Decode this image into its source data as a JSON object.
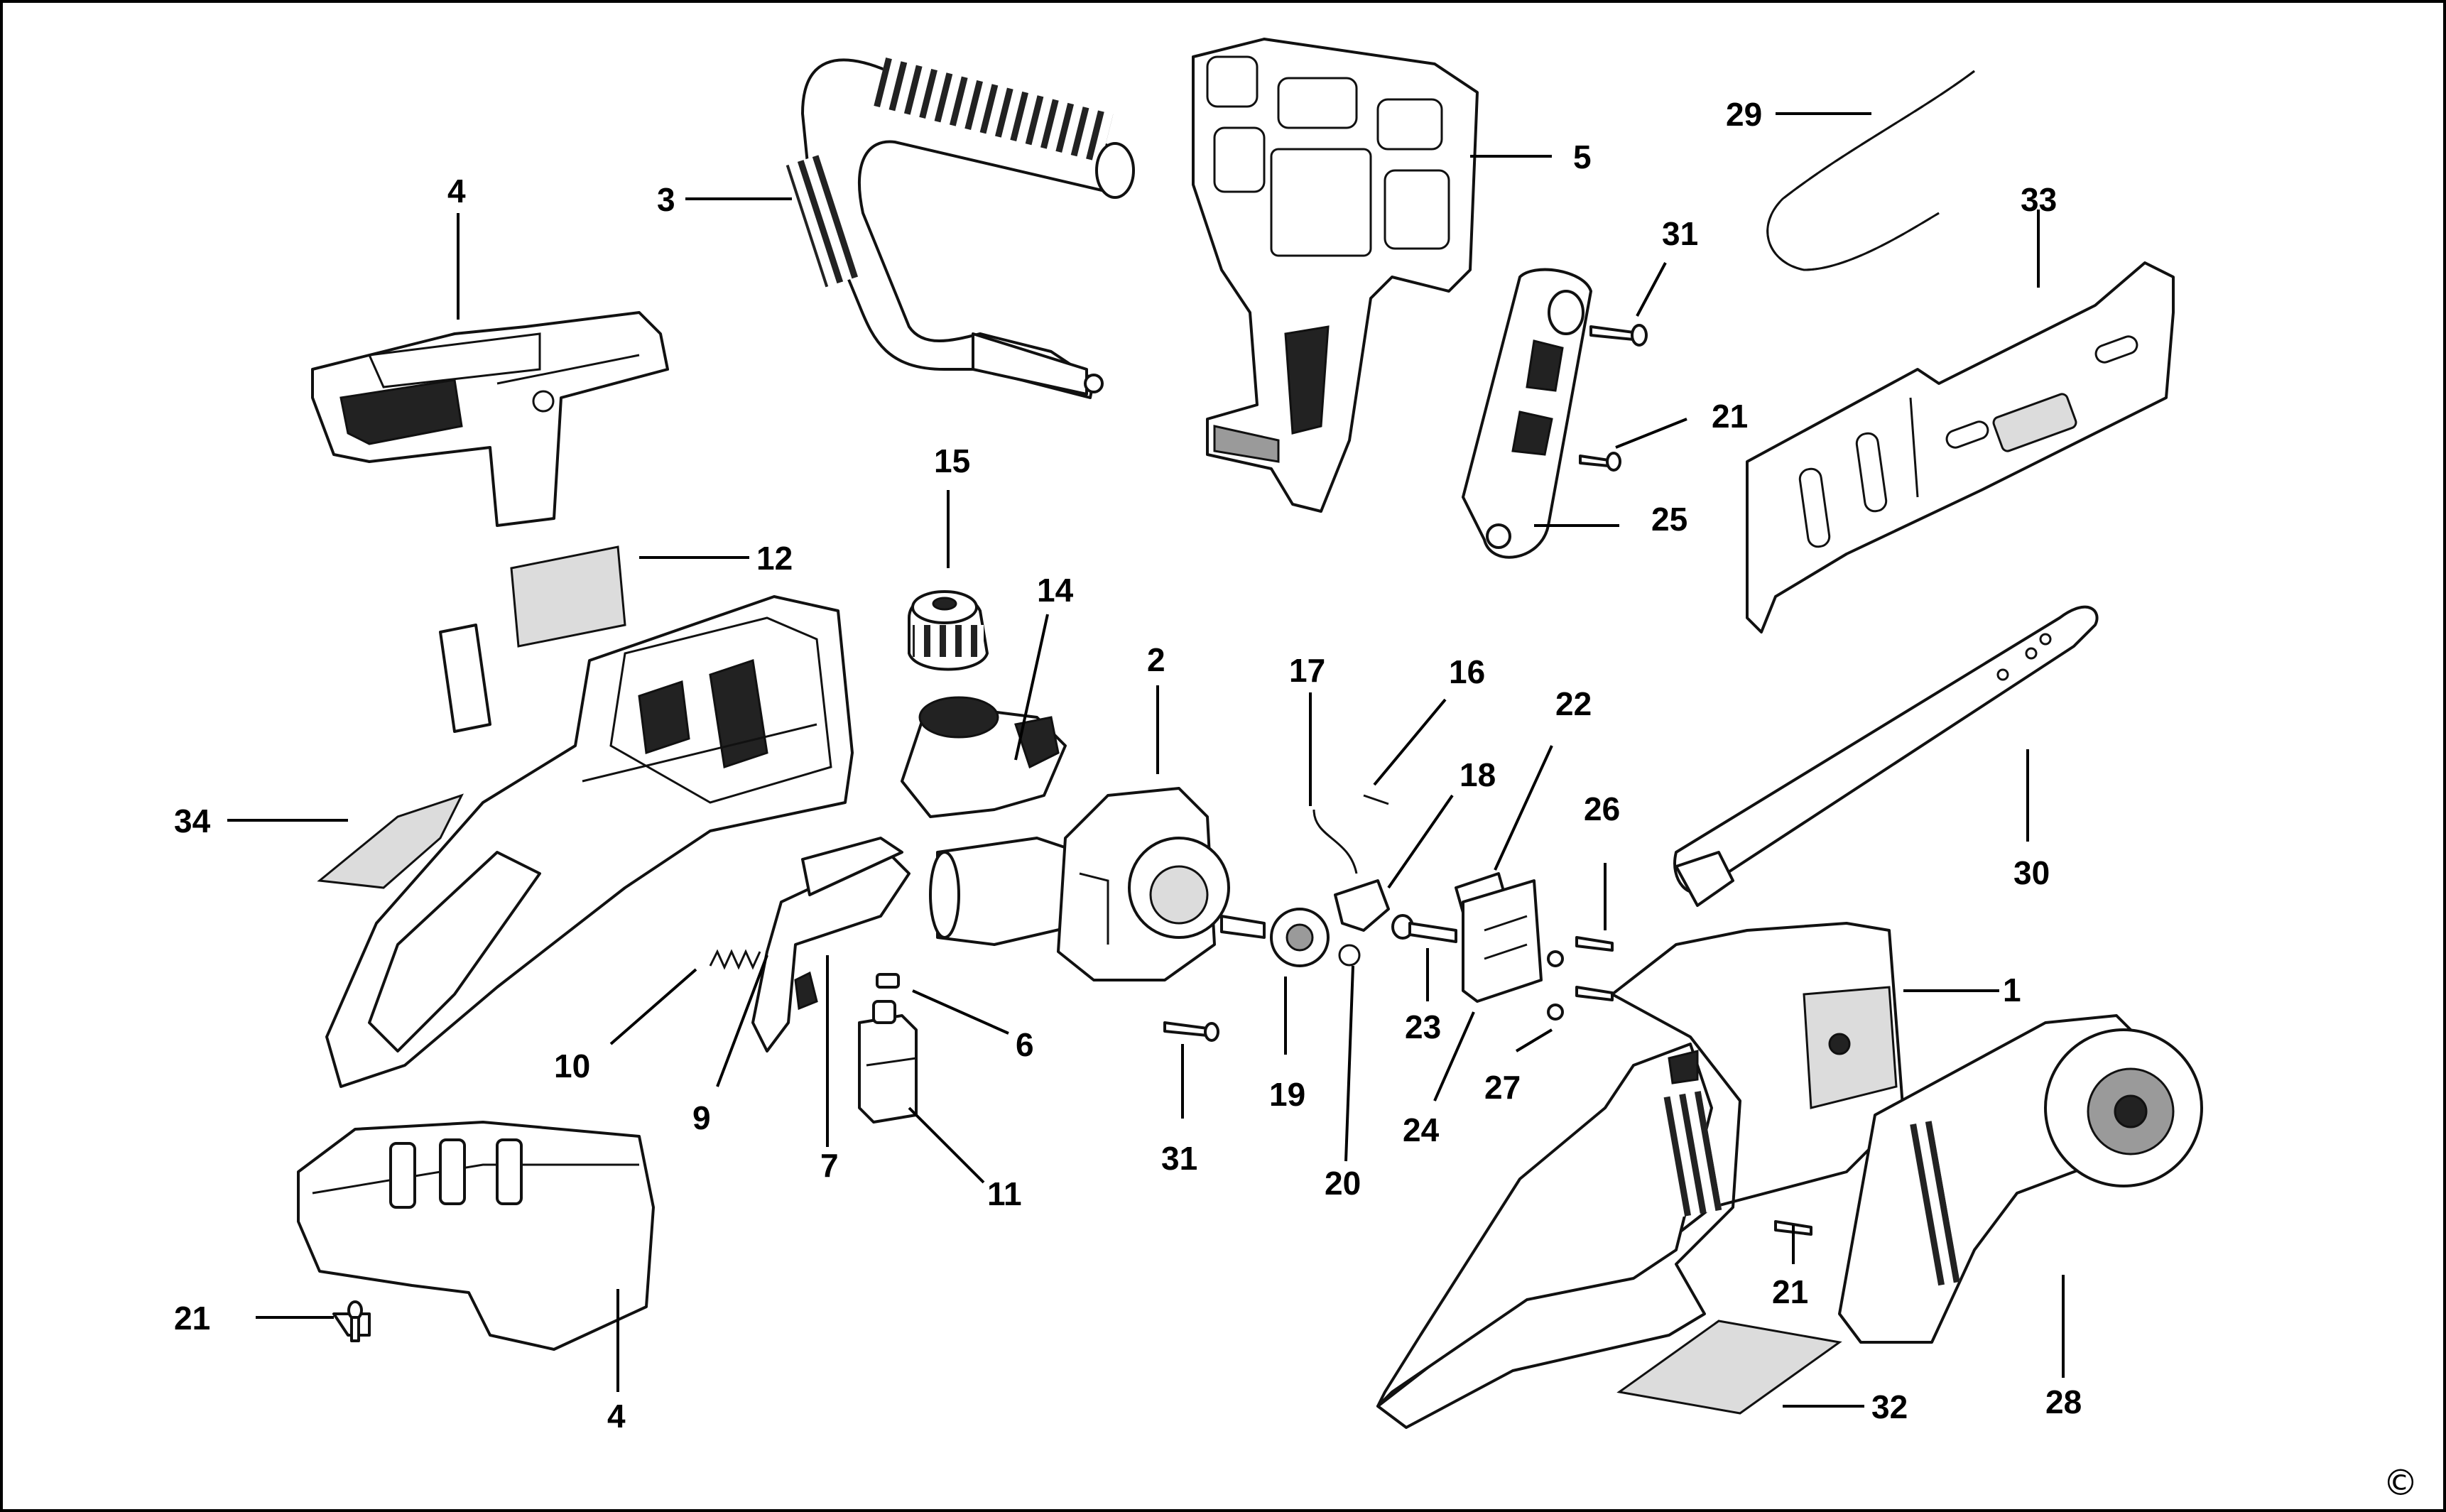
{
  "diagram": {
    "callouts": [
      {
        "id": "c1",
        "text": "1"
      },
      {
        "id": "c2",
        "text": "2"
      },
      {
        "id": "c3",
        "text": "3"
      },
      {
        "id": "c4a",
        "text": "4"
      },
      {
        "id": "c4b",
        "text": "4"
      },
      {
        "id": "c5",
        "text": "5"
      },
      {
        "id": "c6",
        "text": "6"
      },
      {
        "id": "c7",
        "text": "7"
      },
      {
        "id": "c9",
        "text": "9"
      },
      {
        "id": "c10",
        "text": "10"
      },
      {
        "id": "c11",
        "text": "11"
      },
      {
        "id": "c12",
        "text": "12"
      },
      {
        "id": "c14",
        "text": "14"
      },
      {
        "id": "c15",
        "text": "15"
      },
      {
        "id": "c16",
        "text": "16"
      },
      {
        "id": "c17",
        "text": "17"
      },
      {
        "id": "c18",
        "text": "18"
      },
      {
        "id": "c19",
        "text": "19"
      },
      {
        "id": "c20",
        "text": "20"
      },
      {
        "id": "c21a",
        "text": "21"
      },
      {
        "id": "c21b",
        "text": "21"
      },
      {
        "id": "c21c",
        "text": "21"
      },
      {
        "id": "c22",
        "text": "22"
      },
      {
        "id": "c23",
        "text": "23"
      },
      {
        "id": "c24",
        "text": "24"
      },
      {
        "id": "c25",
        "text": "25"
      },
      {
        "id": "c26",
        "text": "26"
      },
      {
        "id": "c27",
        "text": "27"
      },
      {
        "id": "c28",
        "text": "28"
      },
      {
        "id": "c29",
        "text": "29"
      },
      {
        "id": "c30",
        "text": "30"
      },
      {
        "id": "c31a",
        "text": "31"
      },
      {
        "id": "c31b",
        "text": "31"
      },
      {
        "id": "c32",
        "text": "32"
      },
      {
        "id": "c33",
        "text": "33"
      },
      {
        "id": "c34",
        "text": "34"
      }
    ],
    "copyright": "©",
    "colors": {
      "ink": "#111111",
      "background": "#ffffff"
    }
  }
}
